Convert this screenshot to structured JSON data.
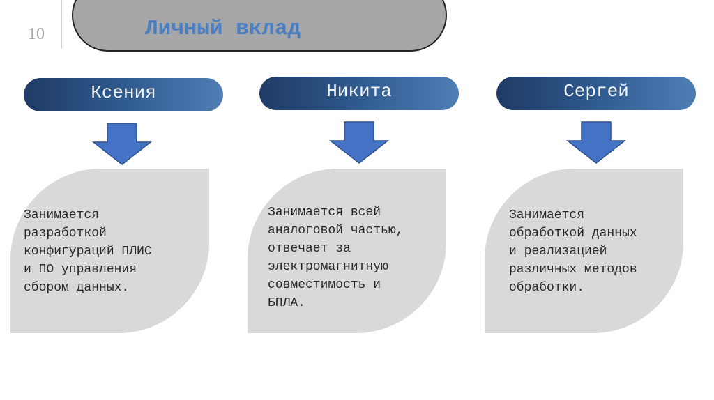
{
  "slide": {
    "number": "10",
    "title": "Личный вклад"
  },
  "columns": [
    {
      "name": "Ксения",
      "description": "Занимается\nразработкой\nконфигураций ПЛИС\nи ПО управления\nсбором данных."
    },
    {
      "name": "Никита",
      "description": "Занимается всей\nаналоговой частью,\nотвечает за\nэлектромагнитную\nсовместимость и\nБПЛА."
    },
    {
      "name": "Сергей",
      "description": "Занимается\nобработкой данных\nи реализацией\nразличных методов\nобработки."
    }
  ],
  "colors": {
    "title_text": "#4a7ec2",
    "title_fill": "#a6a6a6",
    "pill_dark": "#1f3b66",
    "pill_light": "#4f7eb5",
    "arrow_fill": "#4472c4",
    "card_fill": "#d9d9d9"
  }
}
